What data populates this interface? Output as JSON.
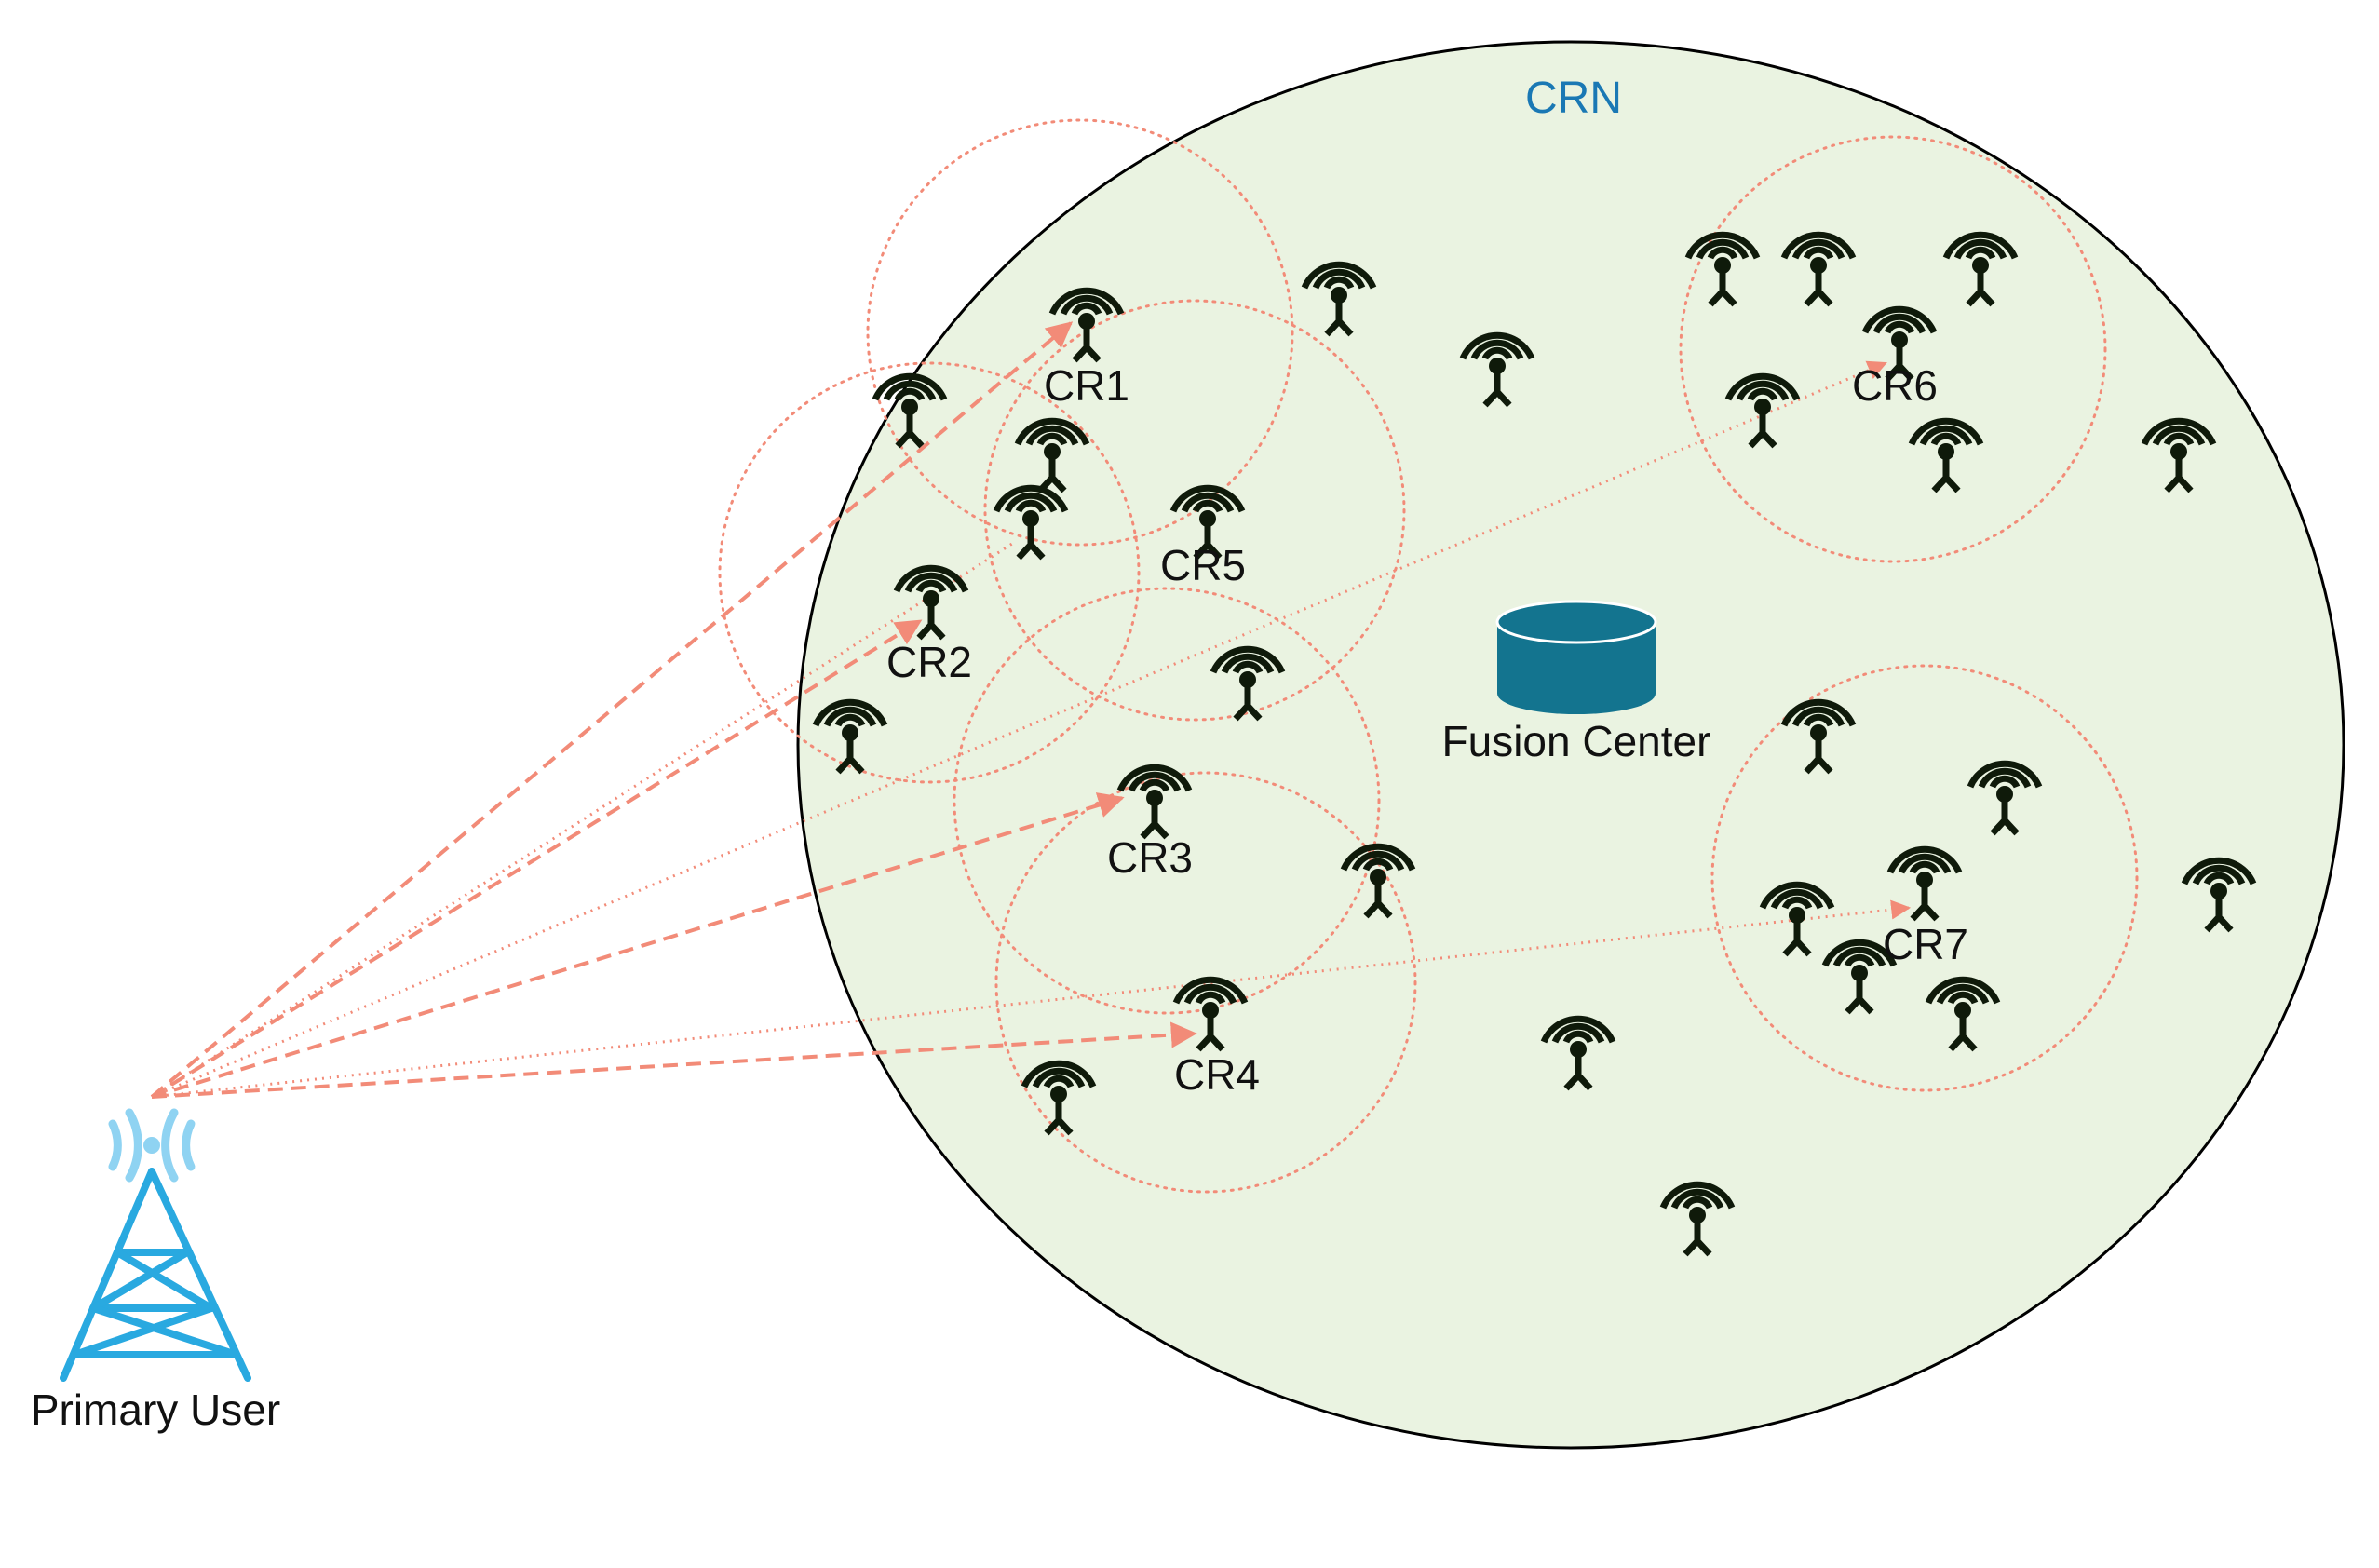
{
  "network": {
    "title": "CRN",
    "fusion_center_label": "Fusion Center",
    "primary_user_label": "Primary User"
  },
  "cognitive_radios": [
    {
      "id": "CR1",
      "label": "CR1"
    },
    {
      "id": "CR2",
      "label": "CR2"
    },
    {
      "id": "CR3",
      "label": "CR3"
    },
    {
      "id": "CR4",
      "label": "CR4"
    },
    {
      "id": "CR5",
      "label": "CR5"
    },
    {
      "id": "CR6",
      "label": "CR6"
    },
    {
      "id": "CR7",
      "label": "CR7"
    }
  ],
  "colors": {
    "network_fill": "#eaf3e1",
    "network_stroke": "#000000",
    "title_color": "#1a78b4",
    "link_color": "#f28b78",
    "range_color": "#f28b78",
    "node_icon_color": "#0f1a0a",
    "fusion_center_color": "#13748f",
    "tower_color": "#29a9e0",
    "tower_wave_color": "#8fd3f2"
  }
}
